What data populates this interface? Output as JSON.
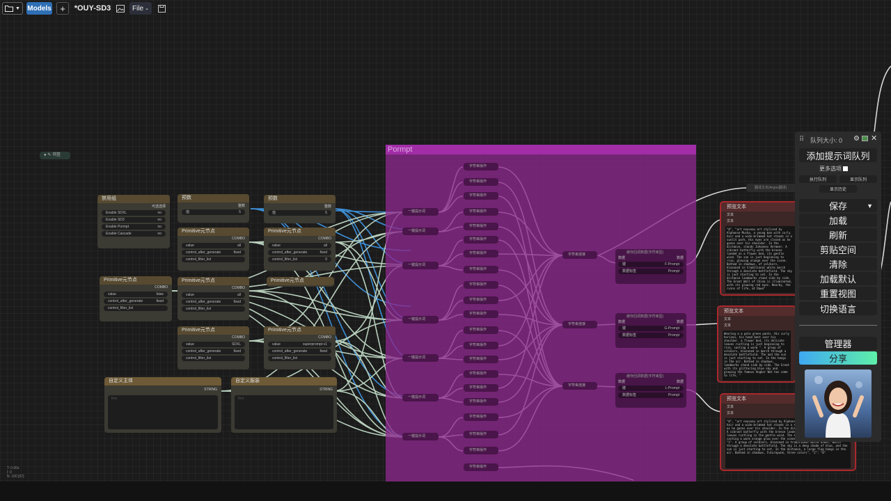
{
  "toolbar": {
    "folder_icon": "folder-icon",
    "models_label": "Models",
    "add_label": "+",
    "workflow_title": "*OUY-SD3",
    "image_icon": "image-icon",
    "file_label": "File",
    "save_icon": "save-icon"
  },
  "canvas": {
    "bookmark_label": "书签",
    "stats": [
      "T: 0.00s",
      "I: 0",
      "N: 100 [57]"
    ]
  },
  "nodes": {
    "bypass": {
      "title": "禁用组",
      "right_label": "可选选择",
      "rows": [
        {
          "label": "Enable SDXL",
          "value": "no"
        },
        {
          "label": "Enable SD3",
          "value": "no"
        },
        {
          "label": "Enable Pormpt",
          "value": "no"
        },
        {
          "label": "Enable Cascade",
          "value": "no"
        }
      ]
    },
    "preset1": {
      "title": "预数",
      "right_label": "整数",
      "value_label": "值",
      "value": "5"
    },
    "preset2": {
      "title": "预数",
      "right_label": "整数",
      "value_label": "值",
      "value": "5"
    },
    "prim_a": {
      "title": "Primitive元节点",
      "type": "COMBO",
      "value_label": "value",
      "value": "all",
      "cag_label": "control_after_generate",
      "cag_value": "fixed",
      "filter_label": "control_filter_list",
      "filter_value": ""
    },
    "prim_b": {
      "title": "Primitive元节点",
      "type": "COMBO",
      "value_label": "value",
      "value": "all",
      "cag_label": "control_after_generate",
      "cag_value": "fixed",
      "filter_label": "control_filter_list",
      "filter_value": "0"
    },
    "prim_c": {
      "title": "Primitive元节点",
      "type": "COMBO",
      "value_label": "value",
      "value": "false",
      "cag_label": "control_after_generate",
      "cag_value": "fixed",
      "filter_label": "control_filter_list"
    },
    "prim_d": {
      "title": "Primitive元节点",
      "type": "COMBO",
      "value_label": "value",
      "value": "all",
      "cag_label": "control_after_generate",
      "cag_value": "fixed",
      "filter_label": "control_filter_list"
    },
    "prim_e": {
      "title": "Primitive元节点"
    },
    "prim_f": {
      "title": "Primitive元节点",
      "type": "COMBO",
      "value_label": "value",
      "value": "SDXL",
      "cag_label": "control_after_generate",
      "cag_value": "fixed",
      "filter_label": "control_filter_list"
    },
    "prim_g": {
      "title": "Primitive元节点",
      "type": "COMBO",
      "value_label": "value",
      "value": "superprompt-v1",
      "cag_label": "control_after_generate",
      "cag_value": "fixed",
      "filter_label": "control_filter_list"
    },
    "custom_subject": {
      "title": "自定义主体",
      "type": "STRING",
      "placeholder": "Text"
    },
    "custom_outfit": {
      "title": "自定义服装",
      "type": "STRING",
      "placeholder": "Text"
    }
  },
  "group": {
    "title": "Pormpt",
    "col1_label": "一键提示词",
    "col2_label": "字符串操作",
    "concat_label": "字符串连接",
    "reroutes": [
      {
        "title": "缓存回调数据(字符串型)",
        "in": "数据",
        "out": "数据",
        "row1": "键",
        "row1_val": "F-Prompt",
        "row2": "数据标签",
        "row2_val": "Prompt"
      },
      {
        "title": "缓存回调数据(字符串型)",
        "in": "数据",
        "out": "数据",
        "row1": "键",
        "row1_val": "G-Prompt",
        "row2": "数据标签",
        "row2_val": "Prompt"
      },
      {
        "title": "缓存回调数据(字符串型)",
        "in": "数据",
        "out": "数据",
        "row1": "键",
        "row1_val": "L-Prompt",
        "row2": "数据标签",
        "row2_val": "Prompt"
      }
    ]
  },
  "translate_label": "翻译文本(Argos翻译)",
  "previews": [
    {
      "title": "预览文本",
      "label1": "文本",
      "label2": "文本",
      "text": "\"0\", \"art nouveau art stylized by Alphonse Mucha, a young man with curly hair and a wide-brimmed hat stands in a sunlit park. His eyes are closed as he gazes over his shoulder. In the distance, stands Johannes Vermeer. A vibrant butterfly with the breeze landed on a flower bed, its gentle wind. The sun is just beginning to rise, glowing orange over the scene. Bathed in shadows, of soldiers, blazoned in traditional white march through a desolate battlefield. The sky is just starting to set. In the distance landmarks stand side by side. The Great Wall of China is illuminated, with its glowing red eyes. Nearby, the ruins of life, at Dawn\""
    },
    {
      "title": "预览文本",
      "label1": "文本",
      "label2": "文本",
      "text": "Wearing a a pale green pants. His curly horizon, his head bent over his shoulder. a flower bed, its delicate leaves rustling is just beginning to rise, casting a warm \". A group of soldiers, blazoned in march through a desolate battlefield. The and the sun is just starting to set. In the hangs in the air. Bathed in shadows, landmarks stand side by side. The Great with its glittering blue sky and glowing the famous Angkor Wat has come to life, \""
    },
    {
      "title": "预览文本",
      "label1": "文本",
      "label2": "文本",
      "text": "\"0\", \"art nouveau art stylized by Alphonse Mucha, a young man with curly hair and a wide-brimmed hat stands in a sunlit park. His eyes are closed as he gazes over his shoulder. In the distance, stands Johannes Vermeer. A vibrant butterfly with the breeze landed on a flower bed, its delicate leaves rustling in the gentle wind. The sun is just beginning to rise, casting a warm orange glow over the scene. Bathed in shadows, Futurepunk, \"1\". A group of soldiers, blazoned in traditional white armor, march through a desolate battlefield. The sky is a deep shade of blue, and the sun is just starting to set. In the distance, a large flag hangs in the air. Bathed in shadows, Futurepunk, three colors\", \"2\": \"0\""
    }
  ],
  "panel": {
    "queue_size_label": "队列大小: 0",
    "queue_prompt": "添加提示词队列",
    "extra_options": "更多选项",
    "exec_queue": "执行队列",
    "show_queue": "显示队列",
    "show_history": "显示历史",
    "save": "保存",
    "load": "加载",
    "refresh": "刷新",
    "clipspace": "剪贴空间",
    "clear": "清除",
    "load_default": "加载默认",
    "reset_view": "重置视图",
    "switch_language": "切换语言",
    "manager": "管理器",
    "share": "分享",
    "gear_icon": "gear-icon",
    "image_icon": "image-icon",
    "close_icon": "close-icon",
    "drag_icon": "drag-handle-icon"
  }
}
